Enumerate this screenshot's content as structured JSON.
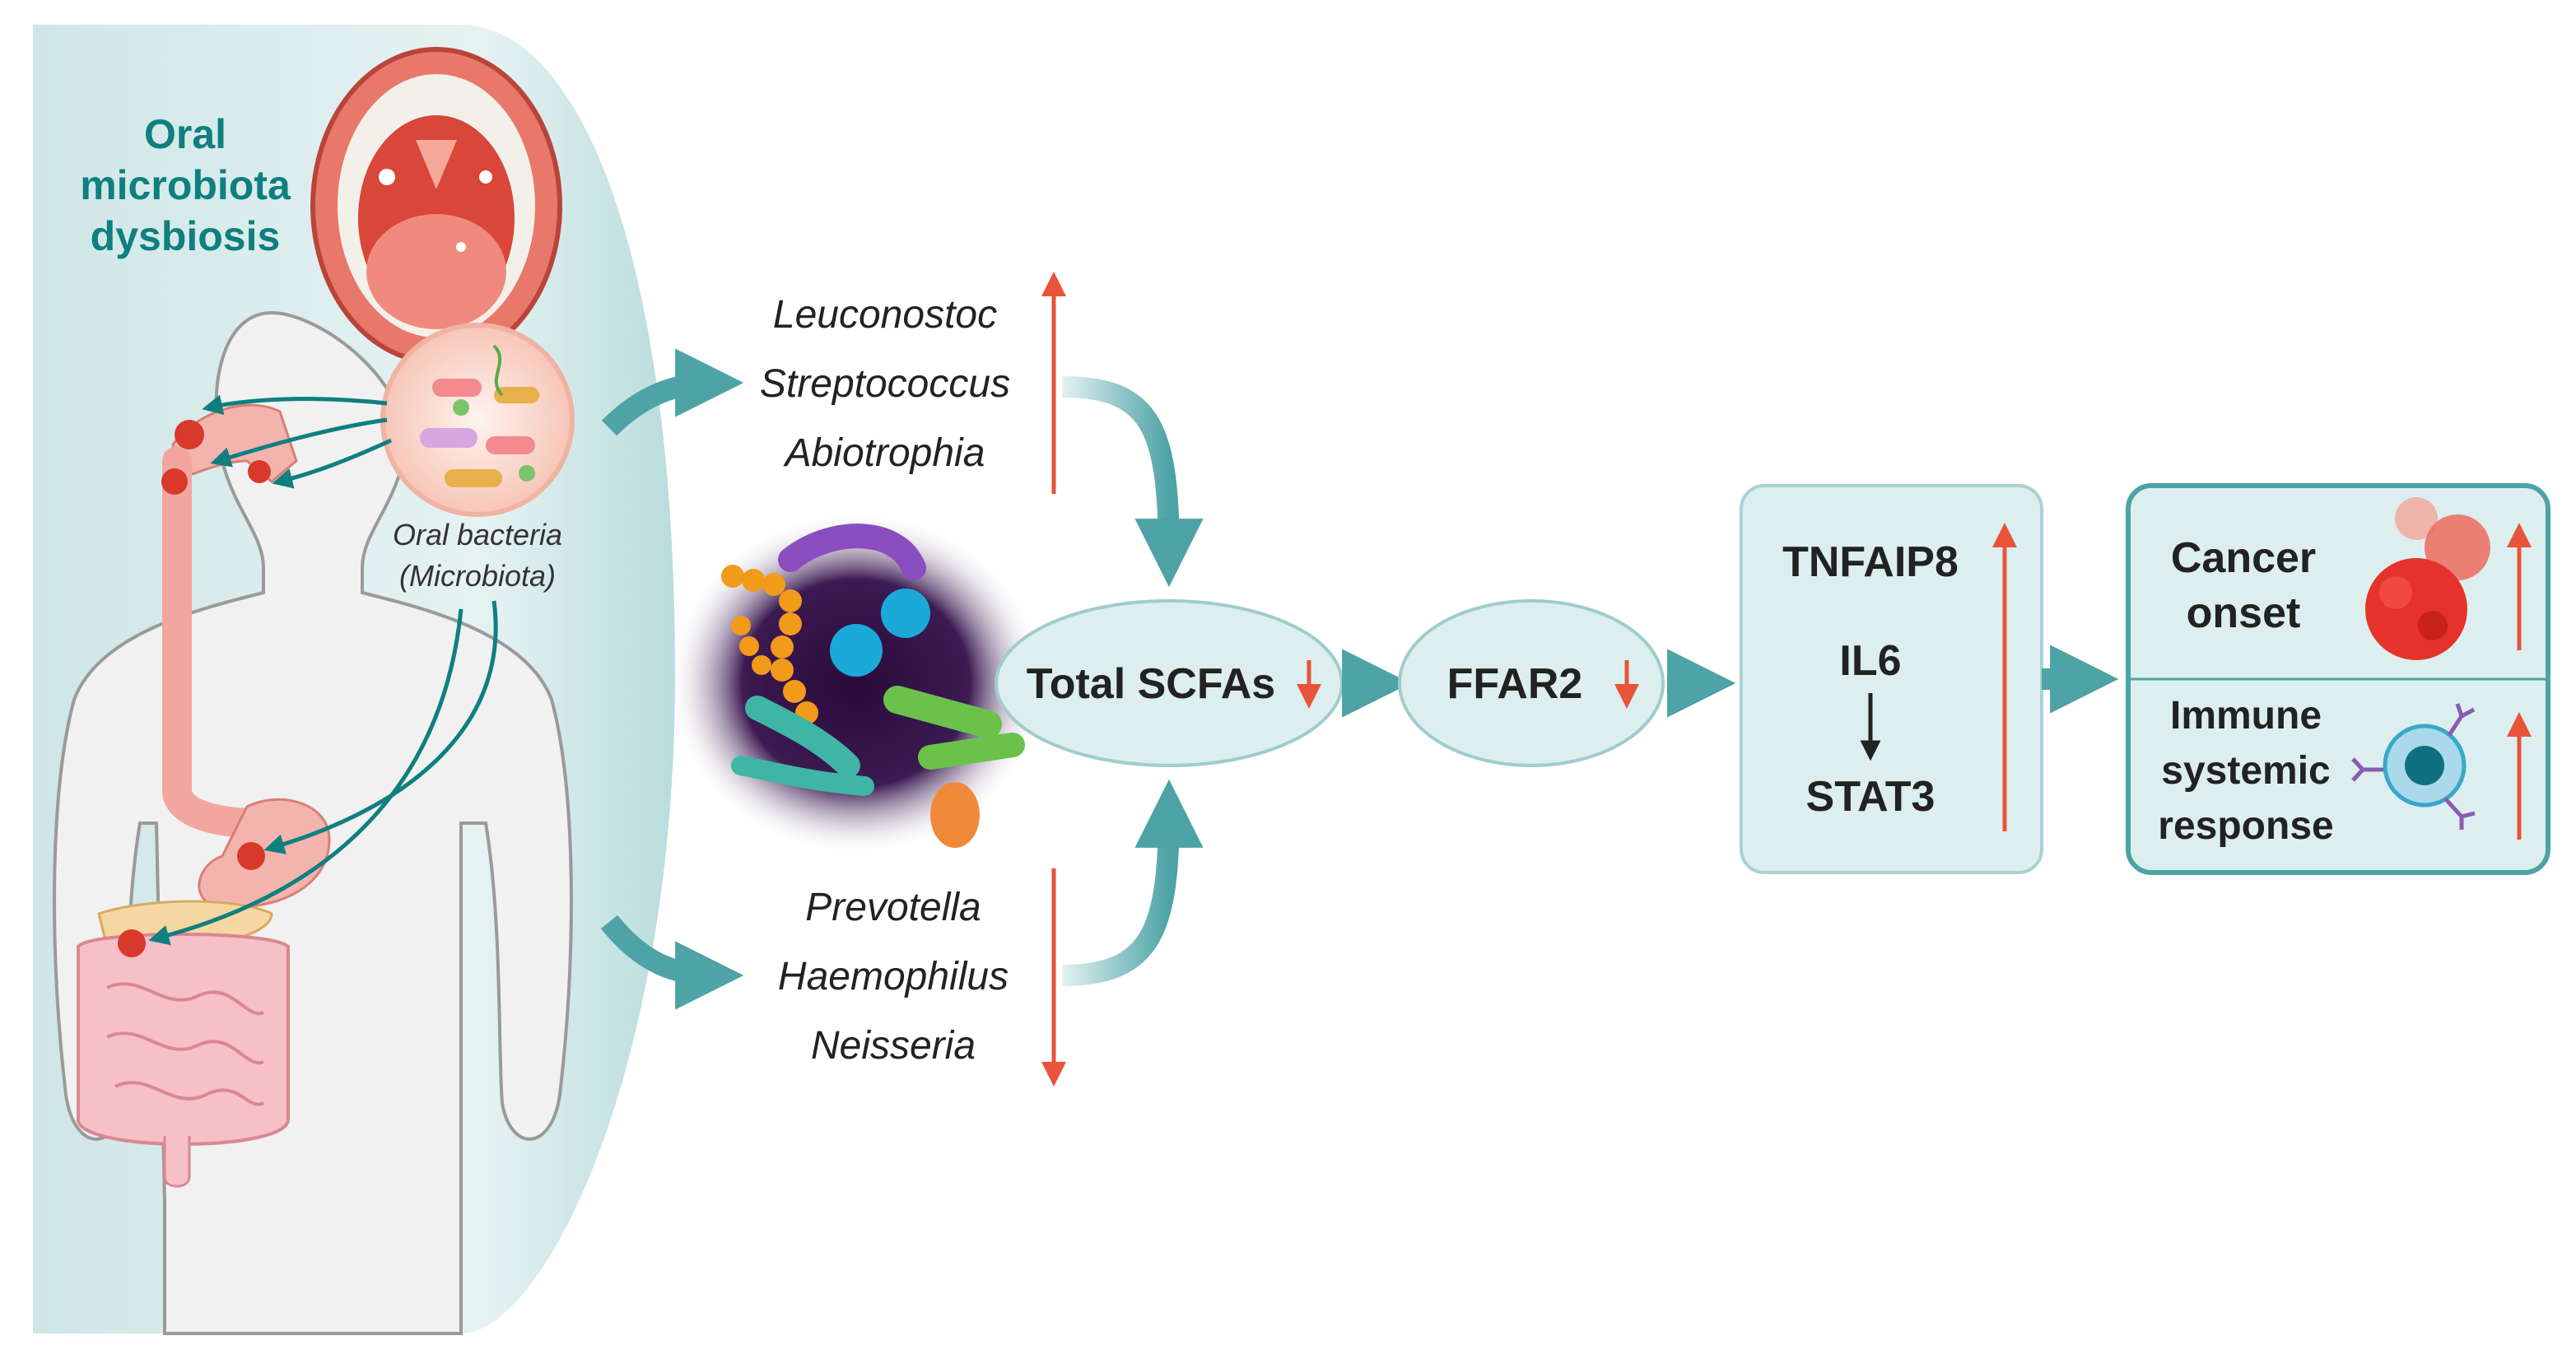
{
  "title": {
    "line1": "Oral",
    "line2": "microbiota",
    "line3": "dysbiosis"
  },
  "bacteria_label": {
    "line1": "Oral bacteria",
    "line2": "(Microbiota)"
  },
  "increased_genera": [
    "Leuconostoc",
    "Streptococcus",
    "Abiotrophia"
  ],
  "decreased_genera": [
    "Prevotella",
    "Haemophilus",
    "Neisseria"
  ],
  "scfa_node": {
    "label": "Total SCFAs",
    "arrow": "↓"
  },
  "ffar2_node": {
    "label": "FFAR2",
    "arrow": "↓"
  },
  "signaling_box": {
    "gene1": "TNFAIP8",
    "gene2": "IL6",
    "gene3": "STAT3",
    "link_arrow": "↓"
  },
  "outcomes": [
    {
      "line1": "Cancer",
      "line2": "onset"
    },
    {
      "line1": "Immune",
      "line2": "systemic",
      "line3": "response"
    }
  ],
  "colors": {
    "teal": "#4da3a6",
    "teal_dark": "#0f7f80",
    "panel_light": "#e3f1f1",
    "red_arrow": "#e8533a",
    "node_fill": "#dcefee"
  }
}
